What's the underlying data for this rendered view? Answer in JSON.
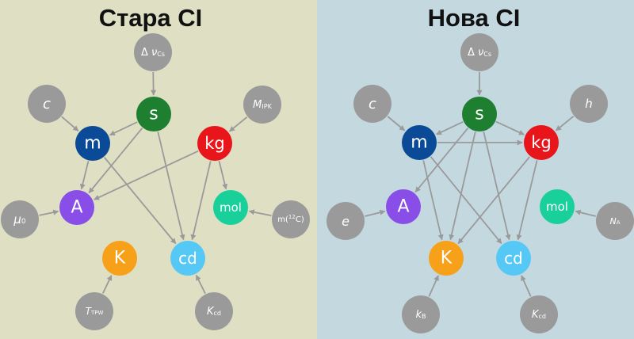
{
  "panels": [
    {
      "id": "old",
      "title": "Стара СІ",
      "background": "#dedfc3",
      "units": [
        {
          "id": "s",
          "label": "s",
          "color": "#1f7f30"
        },
        {
          "id": "m",
          "label": "m",
          "color": "#0a4a96"
        },
        {
          "id": "kg",
          "label": "kg",
          "color": "#e8151a"
        },
        {
          "id": "A",
          "label": "A",
          "color": "#8a4ee8"
        },
        {
          "id": "mol",
          "label": "mol",
          "color": "#19cf9a"
        },
        {
          "id": "K",
          "label": "K",
          "color": "#f7a01a"
        },
        {
          "id": "cd",
          "label": "cd",
          "color": "#55c8f5"
        }
      ],
      "constants": [
        {
          "id": "dv",
          "parts": [
            {
              "t": "Δ "
            },
            {
              "t": "ν",
              "i": true
            },
            {
              "t": "Cs",
              "sub": true
            }
          ]
        },
        {
          "id": "c",
          "parts": [
            {
              "t": "c",
              "i": true
            }
          ]
        },
        {
          "id": "mipk",
          "parts": [
            {
              "t": "M",
              "i": true
            },
            {
              "t": "IPK",
              "sub": true
            }
          ]
        },
        {
          "id": "mu0",
          "parts": [
            {
              "t": "μ",
              "i": true
            },
            {
              "t": "0",
              "sub": true
            }
          ]
        },
        {
          "id": "mc12",
          "parts": [
            {
              "t": "m("
            },
            {
              "t": "12",
              "sup": true
            },
            {
              "t": "C)"
            }
          ]
        },
        {
          "id": "ttpw",
          "parts": [
            {
              "t": "T",
              "i": true
            },
            {
              "t": "TPW",
              "sub": true
            }
          ]
        },
        {
          "id": "kcd",
          "parts": [
            {
              "t": "K",
              "i": true
            },
            {
              "t": "cd",
              "sub": true
            }
          ]
        }
      ],
      "edges": [
        [
          "dv",
          "s"
        ],
        [
          "c",
          "m"
        ],
        [
          "mipk",
          "kg"
        ],
        [
          "mu0",
          "A"
        ],
        [
          "mc12",
          "mol"
        ],
        [
          "ttpw",
          "K"
        ],
        [
          "kcd",
          "cd"
        ],
        [
          "s",
          "m"
        ],
        [
          "s",
          "A"
        ],
        [
          "s",
          "cd"
        ],
        [
          "m",
          "A"
        ],
        [
          "m",
          "cd"
        ],
        [
          "kg",
          "A"
        ],
        [
          "kg",
          "mol"
        ],
        [
          "kg",
          "cd"
        ]
      ]
    },
    {
      "id": "new",
      "title": "Нова СІ",
      "background": "#c4d8e0",
      "units": [
        {
          "id": "s",
          "label": "s",
          "color": "#1f7f30"
        },
        {
          "id": "m",
          "label": "m",
          "color": "#0a4a96"
        },
        {
          "id": "kg",
          "label": "kg",
          "color": "#e8151a"
        },
        {
          "id": "A",
          "label": "A",
          "color": "#8a4ee8"
        },
        {
          "id": "mol",
          "label": "mol",
          "color": "#19cf9a"
        },
        {
          "id": "K",
          "label": "K",
          "color": "#f7a01a"
        },
        {
          "id": "cd",
          "label": "cd",
          "color": "#55c8f5"
        }
      ],
      "constants": [
        {
          "id": "dv",
          "parts": [
            {
              "t": "Δ "
            },
            {
              "t": "ν",
              "i": true
            },
            {
              "t": "Cs",
              "sub": true
            }
          ]
        },
        {
          "id": "c",
          "parts": [
            {
              "t": "c",
              "i": true
            }
          ]
        },
        {
          "id": "h",
          "parts": [
            {
              "t": "h",
              "i": true
            }
          ]
        },
        {
          "id": "e",
          "parts": [
            {
              "t": "e",
              "i": true
            }
          ]
        },
        {
          "id": "na",
          "parts": [
            {
              "t": "N",
              "i": true
            },
            {
              "t": "A",
              "sub": true
            }
          ]
        },
        {
          "id": "kb",
          "parts": [
            {
              "t": "k",
              "i": true
            },
            {
              "t": "B",
              "sub": true
            }
          ]
        },
        {
          "id": "kcd",
          "parts": [
            {
              "t": "K",
              "i": true
            },
            {
              "t": "cd",
              "sub": true
            }
          ]
        }
      ],
      "edges": [
        [
          "dv",
          "s"
        ],
        [
          "c",
          "m"
        ],
        [
          "h",
          "kg"
        ],
        [
          "e",
          "A"
        ],
        [
          "na",
          "mol"
        ],
        [
          "kb",
          "K"
        ],
        [
          "kcd",
          "cd"
        ],
        [
          "s",
          "m"
        ],
        [
          "s",
          "kg"
        ],
        [
          "s",
          "A"
        ],
        [
          "s",
          "K"
        ],
        [
          "s",
          "cd"
        ],
        [
          "m",
          "kg"
        ],
        [
          "m",
          "K"
        ],
        [
          "m",
          "cd"
        ],
        [
          "kg",
          "K"
        ],
        [
          "kg",
          "cd"
        ]
      ]
    }
  ],
  "colors": {
    "edge": "#9a9a9a",
    "constant_node": "#9a9a9a"
  }
}
